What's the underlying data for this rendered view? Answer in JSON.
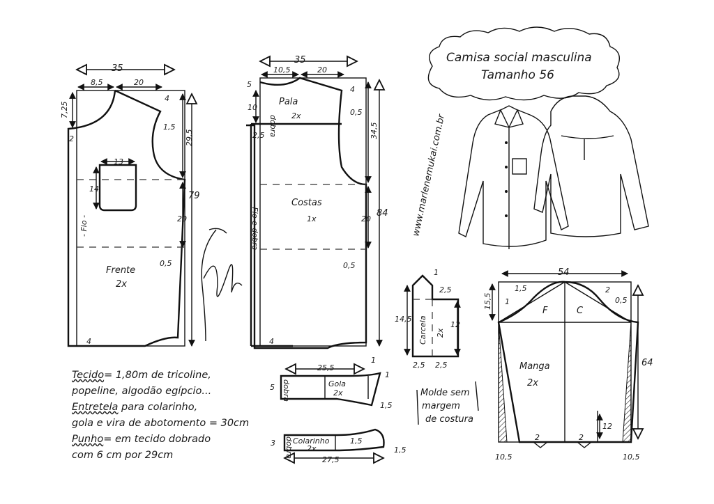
{
  "title": {
    "line1": "Camisa social masculina",
    "line2": "Tamanho 56"
  },
  "website": "www.marlenemukai.com.br",
  "front": {
    "label": "Frente",
    "qty": "2x",
    "grain": "- Fio -",
    "width": "35",
    "neck_width": "8,5",
    "shoulder": "20",
    "neck_depth": "7,25",
    "extension": "2",
    "shoulder_drop": "4",
    "armhole_curve": "1,5",
    "pocket_width": "13",
    "pocket_height": "14",
    "armhole_depth": "29,5",
    "length": "79",
    "lower": "20",
    "side_curve": "0,5",
    "hem": "4"
  },
  "back": {
    "label": "Costas",
    "qty": "1x",
    "grain": "- Fio e dobra -",
    "yoke_label": "Pala",
    "yoke_qty": "2x",
    "fold": "dobra",
    "width": "35",
    "neck_width": "10,5",
    "shoulder": "20",
    "neck_depth": "5",
    "yoke_height": "10",
    "yoke_ext": "2,5",
    "shoulder_drop": "4",
    "armhole_curve": "0,5",
    "armhole_depth": "34,5",
    "length": "84",
    "lower": "20",
    "side_curve": "0,5",
    "hem": "4"
  },
  "collar": {
    "label": "Gola",
    "qty": "2x",
    "fold": "dobra",
    "length": "25,5",
    "height": "5",
    "tip_up": "1",
    "tip_right": "1",
    "tip_low": "1,5"
  },
  "band": {
    "label": "Colarinho",
    "qty": "2x",
    "fold": "dobra",
    "length": "27,5",
    "height": "3",
    "curve": "1,5",
    "tip": "1,5"
  },
  "placket": {
    "label": "Carcela",
    "qty": "2x",
    "tip": "1",
    "point": "2,5",
    "total": "14,5",
    "side": "12",
    "w1": "2,5",
    "w2": "2,5"
  },
  "sleeve": {
    "label": "Manga",
    "qty": "2x",
    "front": "F",
    "back": "C",
    "width": "54",
    "cap_height": "15,5",
    "length": "64",
    "c1": "1,5",
    "c2": "1",
    "c3": "2",
    "c4": "0,5",
    "pleat1": "2",
    "pleat2": "2",
    "slit": "12",
    "taper_left": "10,5",
    "taper_right": "10,5"
  },
  "note_seam": [
    "Molde sem",
    "margem",
    "de costura"
  ],
  "notes": {
    "fabric_label": "Tecido",
    "fabric": "= 1,80m de tricoline,",
    "fabric2": "popeline, algodão egípcio...",
    "interfacing_label": "Entretela",
    "interfacing": " para colarinho,",
    "interfacing2": "gola e vira de abotomento = 30cm",
    "cuff_label": "Punho",
    "cuff": "= em tecido dobrado",
    "cuff2": "com 6 cm por 29cm"
  }
}
